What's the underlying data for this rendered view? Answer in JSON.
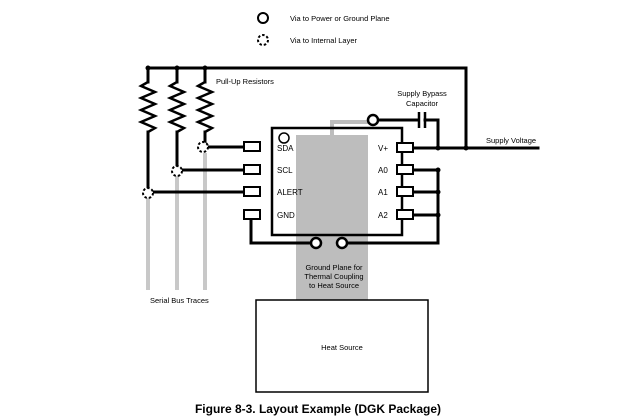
{
  "legend": {
    "power_via": "Via to Power or Ground Plane",
    "internal_via": "Via to Internal Layer"
  },
  "labels": {
    "pullup": "Pull-Up Resistors",
    "bypass_line1": "Supply Bypass",
    "bypass_line2": "Capacitor",
    "supply_voltage": "Supply Voltage",
    "serial_bus": "Serial Bus Traces",
    "ground_line1": "Ground Plane for",
    "ground_line2": "Thermal Coupling",
    "ground_line3": "to Heat Source",
    "heat_source": "Heat Source"
  },
  "pins_left": [
    "SDA",
    "SCL",
    "ALERT",
    "GND"
  ],
  "pins_right": [
    "V+",
    "A0",
    "A1",
    "A2"
  ],
  "caption": "Figure 8-3. Layout Example (DGK Package)",
  "colors": {
    "trace": "#000000",
    "ground_plane": "#bdbdbd",
    "bus_trace": "#c8c8c8"
  }
}
